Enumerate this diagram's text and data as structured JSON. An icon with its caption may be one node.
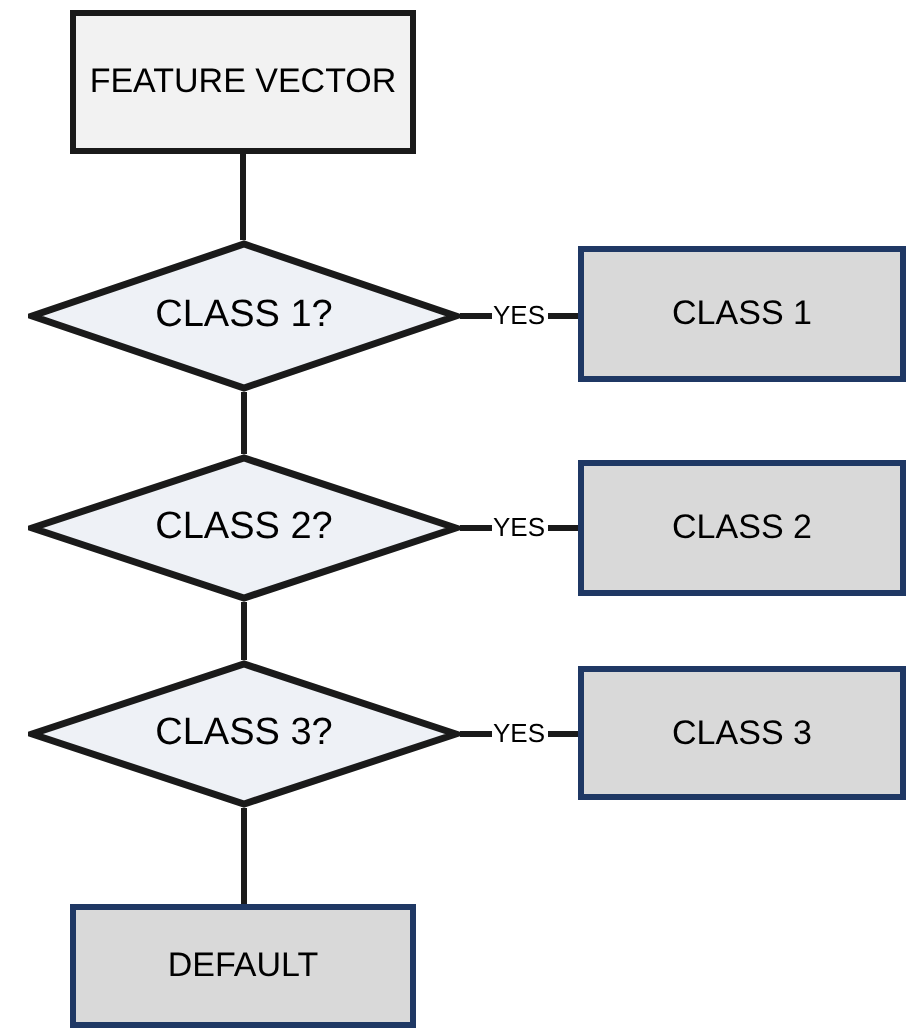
{
  "diagram": {
    "nodes": [
      {
        "text": [
          "FEATURE VECTOR"
        ]
      },
      {
        "text": [
          "CLASS 1?"
        ]
      },
      {
        "text": [
          "CLASS 1"
        ]
      },
      {
        "text": [
          "CLASS 2?"
        ]
      },
      {
        "text": [
          "CLASS 2"
        ]
      },
      {
        "text": [
          "CLASS 3?"
        ]
      },
      {
        "text": [
          "CLASS 3"
        ]
      },
      {
        "text": [
          "DEFAULT"
        ]
      }
    ],
    "edges": [
      {
        "from": 0,
        "to": 1,
        "arrow": "none"
      },
      {
        "from": 1,
        "to": 2,
        "arrow": "none",
        "label": "YES"
      },
      {
        "from": 1,
        "to": 3,
        "arrow": "none"
      },
      {
        "from": 3,
        "to": 4,
        "arrow": "none",
        "label": "YES"
      },
      {
        "from": 3,
        "to": 5,
        "arrow": "none"
      },
      {
        "from": 5,
        "to": 6,
        "arrow": "none",
        "label": "YES"
      },
      {
        "from": 5,
        "to": 7,
        "arrow": "none"
      }
    ]
  }
}
